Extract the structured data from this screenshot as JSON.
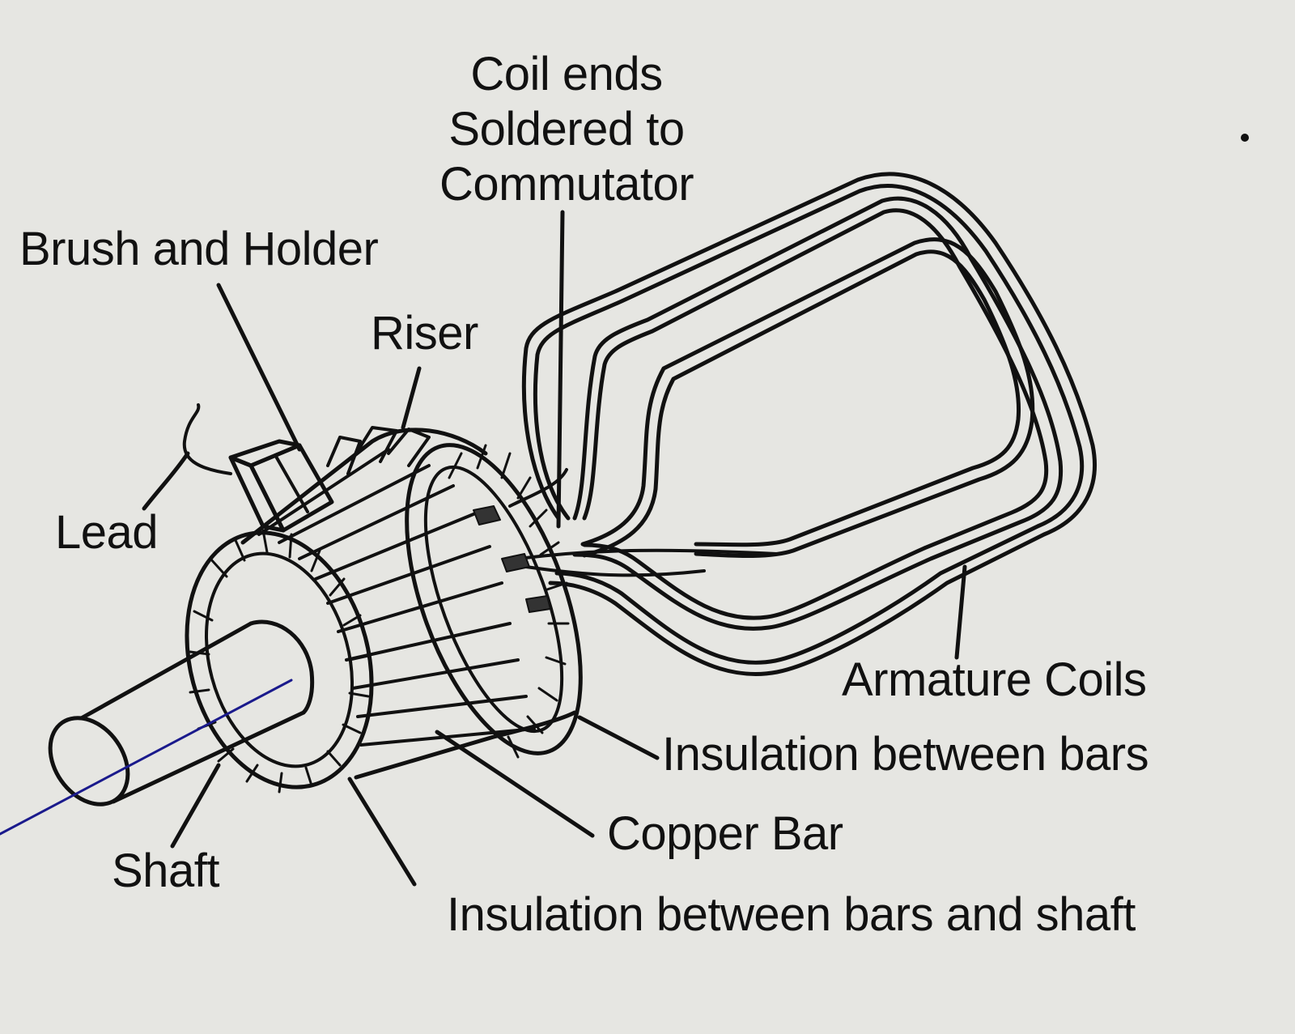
{
  "labels": {
    "coil_ends": [
      "Coil ends",
      "Soldered to",
      "Commutator"
    ],
    "brush_and_holder": "Brush and Holder",
    "riser": "Riser",
    "lead": "Lead",
    "armature_coils": "Armature Coils",
    "insulation_between_bars": "Insulation between bars",
    "copper_bar": "Copper Bar",
    "shaft": "Shaft",
    "insulation_bars_shaft": "Insulation between bars and shaft"
  },
  "colors": {
    "ink": "#111111",
    "paper": "#e6e6e2",
    "pen_stroke": "#1a1a8c"
  }
}
